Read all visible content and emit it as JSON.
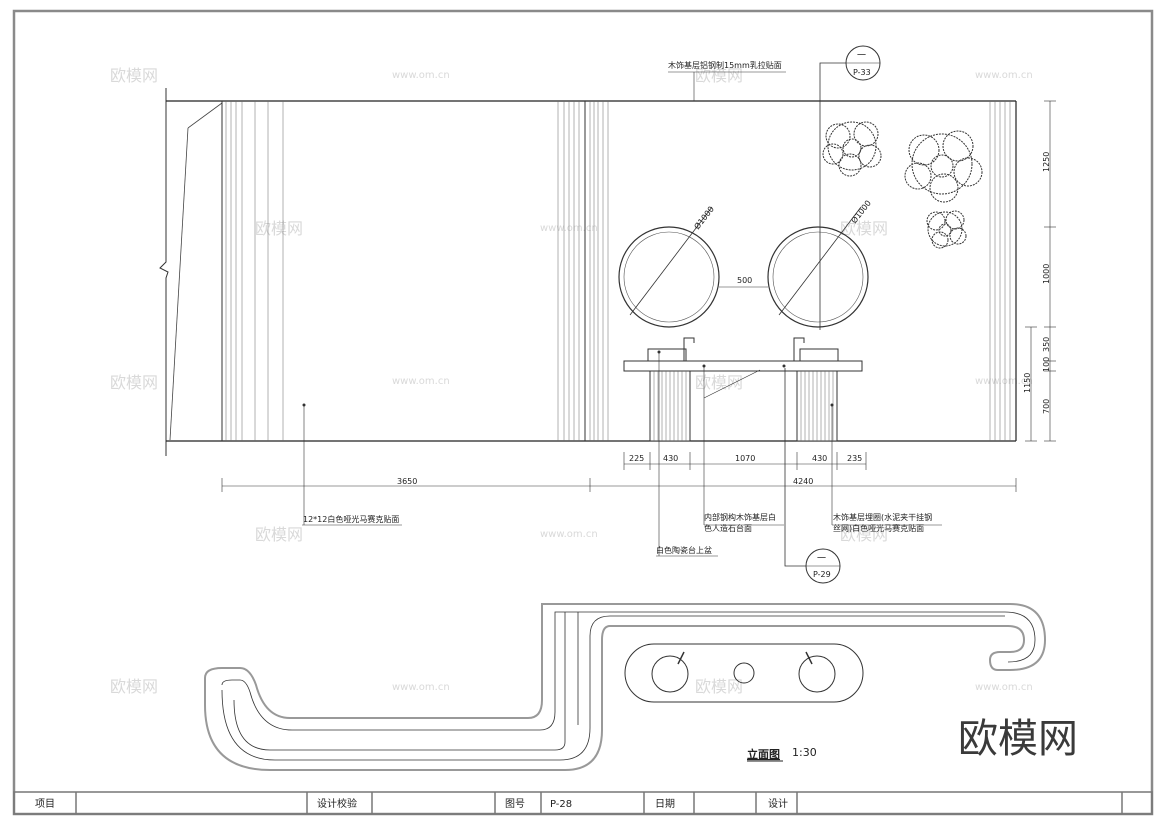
{
  "drawing": {
    "title": "立面图",
    "scale": "1:30",
    "references": {
      "top": {
        "symbol": "一",
        "code": "P-33"
      },
      "bottom": {
        "symbol": "一",
        "code": "P-29"
      }
    },
    "mirror_labels": {
      "left": "Ø1000",
      "right": "Ø1000",
      "gap": "500"
    },
    "dimensions_right": [
      "1250",
      "1000",
      "350",
      "100",
      "700",
      "1150"
    ],
    "dimensions_bottom_small": [
      "225",
      "430",
      "1070",
      "430",
      "235"
    ],
    "dimensions_bottom_large": [
      "3650",
      "4240"
    ],
    "annotations": {
      "top_note": "木饰基层铝钢制15mm乳拉贴面",
      "left_note": "12*12白色哑光马赛克贴面",
      "center_note_line1": "内部钢构木饰基层白",
      "center_note_line2": "色人造石台面",
      "basin_note": "白色陶瓷台上盆",
      "right_note_line1": "木饰基层埋圈(水泥夹干挂钢",
      "right_note_line2": "丝网)白色哑光马赛克贴面"
    }
  },
  "title_block": {
    "project_label": "项目",
    "design_check_label": "设计校验",
    "drawing_no_label": "图号",
    "drawing_no_value": "P-28",
    "date_label": "日期",
    "design_label": "设计"
  },
  "watermark": {
    "brand": "欧模网",
    "url": "www.om.cn"
  }
}
